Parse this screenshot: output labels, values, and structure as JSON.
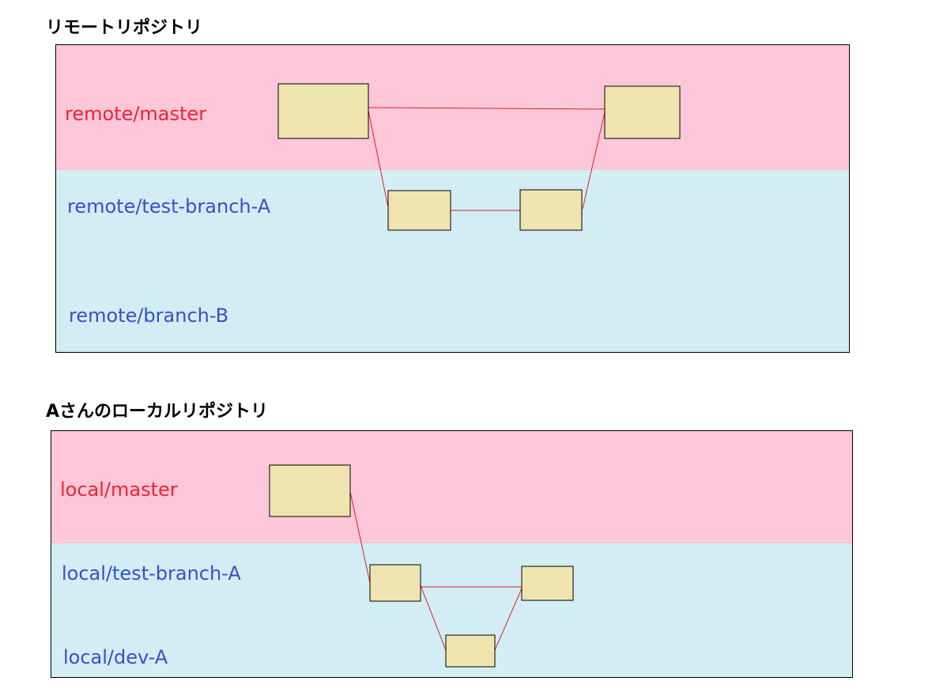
{
  "remote": {
    "title": "リモートリポジトリ",
    "branches": {
      "master": "remote/master",
      "test_branch_a": "remote/test-branch-A",
      "branch_b": "remote/branch-B"
    }
  },
  "local": {
    "title": "Aさんのローカルリポジトリ",
    "branches": {
      "master": "local/master",
      "test_branch_a": "local/test-branch-A",
      "dev_a": "local/dev-A"
    }
  },
  "colors": {
    "master_lane": "#fdc6d9",
    "feature_lane": "#d2edf3",
    "commit_fill": "#efe3b0",
    "commit_stroke": "#000000",
    "edge": "#e0202a",
    "master_label": "#ee2233",
    "branch_label": "#3a4fc4"
  }
}
